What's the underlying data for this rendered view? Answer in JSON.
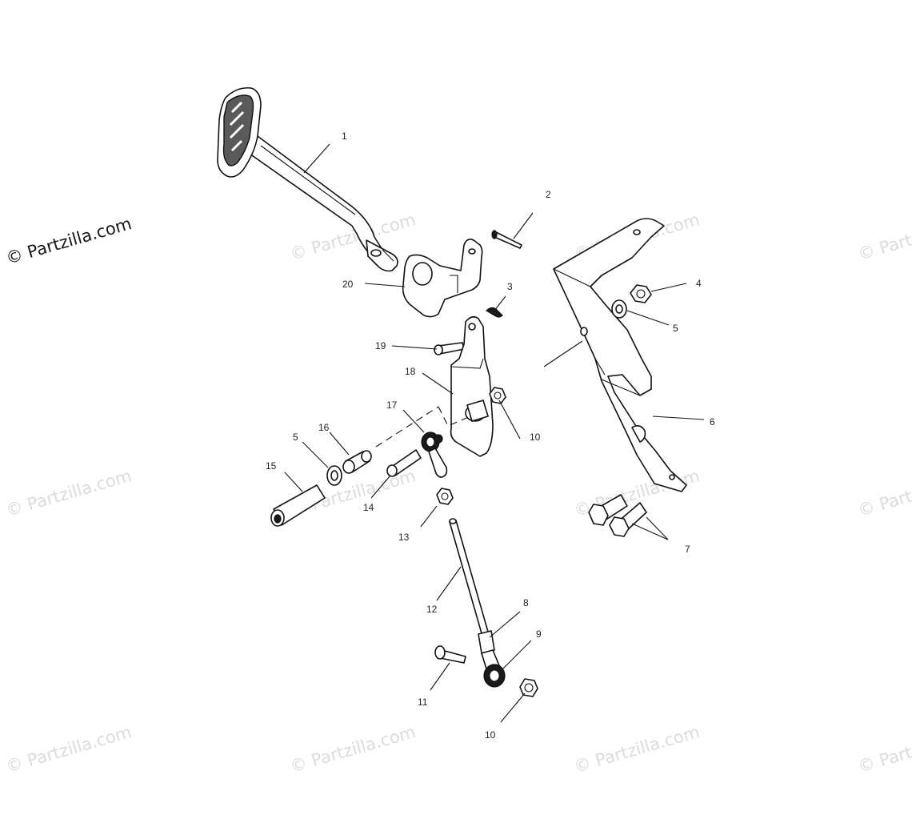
{
  "watermark": {
    "text": "© Partzilla.com",
    "faint_color": "#dcdcdc",
    "main_color": "#1a1a1a"
  },
  "callouts": [
    {
      "id": "c1",
      "label": "1"
    },
    {
      "id": "c2",
      "label": "2"
    },
    {
      "id": "c3",
      "label": "3"
    },
    {
      "id": "c4",
      "label": "4"
    },
    {
      "id": "c5a",
      "label": "5"
    },
    {
      "id": "c5b",
      "label": "5"
    },
    {
      "id": "c6",
      "label": "6"
    },
    {
      "id": "c7",
      "label": "7"
    },
    {
      "id": "c8",
      "label": "8"
    },
    {
      "id": "c9",
      "label": "9"
    },
    {
      "id": "c10a",
      "label": "10"
    },
    {
      "id": "c10b",
      "label": "10"
    },
    {
      "id": "c11",
      "label": "11"
    },
    {
      "id": "c12",
      "label": "12"
    },
    {
      "id": "c13",
      "label": "13"
    },
    {
      "id": "c14",
      "label": "14"
    },
    {
      "id": "c15",
      "label": "15"
    },
    {
      "id": "c16",
      "label": "16"
    },
    {
      "id": "c17",
      "label": "17"
    },
    {
      "id": "c18",
      "label": "18"
    },
    {
      "id": "c19",
      "label": "19"
    },
    {
      "id": "c20",
      "label": "20"
    }
  ]
}
